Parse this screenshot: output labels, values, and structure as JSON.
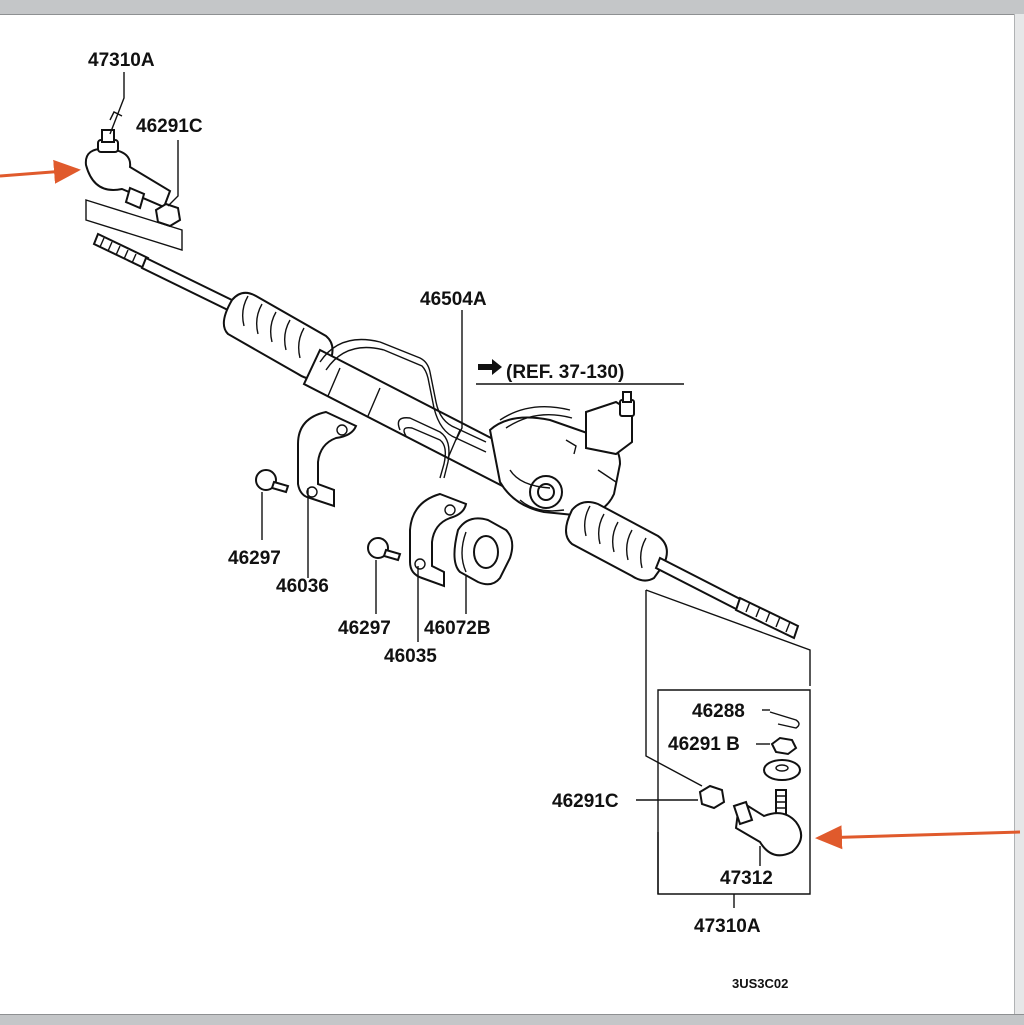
{
  "diagram": {
    "labels": {
      "tie_rod_end_top": "47310A",
      "nut_top": "46291C",
      "gear_box": "46504A",
      "reference": "(REF. 37-130)",
      "bolt_left": "46297",
      "clamp_left": "46036",
      "bolt_right": "46297",
      "bushing": "46072B",
      "clamp_right": "46035",
      "cotter_pin": "46288",
      "castle_nut": "46291 B",
      "nut_bottom": "46291C",
      "tie_rod_end_inner": "47312",
      "tie_rod_end_bottom": "47310A",
      "figure_code": "3US3C02"
    },
    "colors": {
      "pointer_arrow": "#e05a2c",
      "line": "#111111"
    }
  }
}
